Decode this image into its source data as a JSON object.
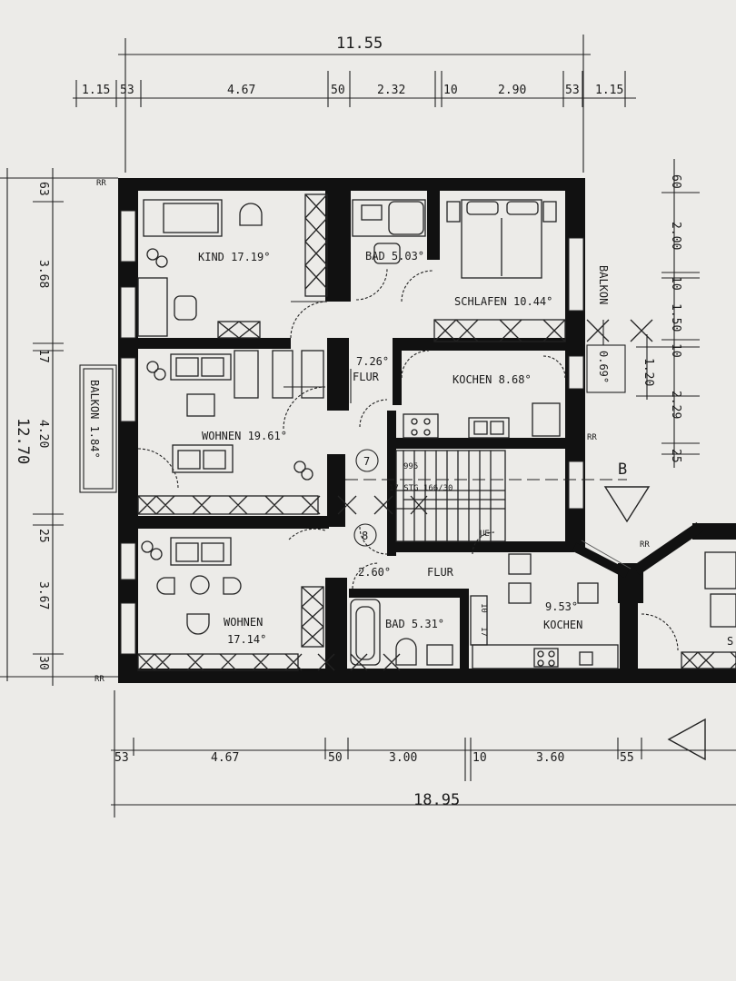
{
  "plan": {
    "dims_top": {
      "total": "11.55",
      "segments": [
        "1.15",
        "53",
        "4.67",
        "50",
        "2.32",
        "10",
        "2.90",
        "53",
        "1.15"
      ]
    },
    "dims_bottom": {
      "total": "18.95",
      "segments": [
        "53",
        "4.67",
        "50",
        "3.00",
        "10",
        "3.60",
        "55"
      ]
    },
    "dims_left": {
      "total": "12.70",
      "segments": [
        "63",
        "3.68",
        "17",
        "4.20",
        "25",
        "3.67",
        "30"
      ]
    },
    "dims_right": {
      "segments": [
        "60",
        "2.00",
        "10",
        "1.50",
        "10",
        "1.20",
        "2.29",
        "25"
      ]
    },
    "rooms": {
      "kind": "KIND 17.19°",
      "bad_top": "BAD 5.03°",
      "schlafen": "SCHLAFEN 10.44°",
      "flur_top_area": "7.26°",
      "flur_top": "FLUR",
      "kochen_top": "KOCHEN 8.68°",
      "wohnen_top": "WOHNEN 19.61°",
      "balkon_left": "BALKON 1.84°",
      "balkon_right": "BALKON",
      "balkon_right_area": "0.69°",
      "flur_bottom_area": "2.60°",
      "flur_bottom": "FLUR",
      "bad_bottom": "BAD 5.31°",
      "kochen_bottom_area": "9.53°",
      "kochen_bottom": "KOCHEN",
      "wohnen_bottom": "WOHNEN",
      "wohnen_bottom_area": "17.14°",
      "s_cut": "S"
    },
    "stair": {
      "flat_7": "7",
      "flat_8": "8",
      "height": "995",
      "steps": "17 STG 166/30",
      "ue": "UE"
    },
    "marks": {
      "rr": "RR",
      "section": "B",
      "flur_num_10": "10",
      "flur_num_17": "17"
    }
  }
}
